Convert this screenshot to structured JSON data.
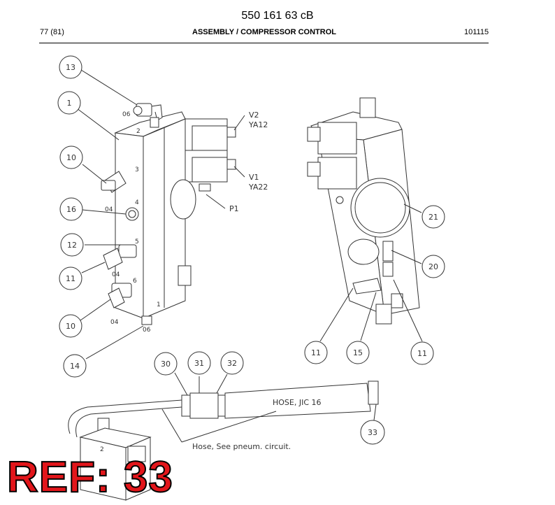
{
  "header": {
    "doc_number": "550 161 63 cB",
    "page": "77 (81)",
    "title": "ASSEMBLY / COMPRESSOR CONTROL",
    "date_code": "101115"
  },
  "callouts": [
    {
      "id": "13",
      "label": "13"
    },
    {
      "id": "1",
      "label": "1"
    },
    {
      "id": "10a",
      "label": "10"
    },
    {
      "id": "16",
      "label": "16"
    },
    {
      "id": "12",
      "label": "12"
    },
    {
      "id": "11a",
      "label": "11"
    },
    {
      "id": "10b",
      "label": "10"
    },
    {
      "id": "14",
      "label": "14"
    },
    {
      "id": "21",
      "label": "21"
    },
    {
      "id": "20",
      "label": "20"
    },
    {
      "id": "11b",
      "label": "11"
    },
    {
      "id": "15",
      "label": "15"
    },
    {
      "id": "11c",
      "label": "11"
    },
    {
      "id": "30",
      "label": "30"
    },
    {
      "id": "31",
      "label": "31"
    },
    {
      "id": "32",
      "label": "32"
    },
    {
      "id": "33",
      "label": "33"
    }
  ],
  "labels": {
    "v2": "V2",
    "ya12": "YA12",
    "v1": "V1",
    "ya22": "YA22",
    "p1": "P1",
    "hose_jic": "HOSE, JIC 16",
    "hose_pneum": "Hose, See pneum. circuit."
  },
  "ports": {
    "p2": "2",
    "p3": "3",
    "p4": "4",
    "p5": "5",
    "p6": "6",
    "p1": "1",
    "p2b": "2",
    "size_06a": "06",
    "size_04a": "04",
    "size_04b": "04",
    "size_04c": "04",
    "size_06b": "06"
  },
  "ref_stamp": "REF: 33"
}
